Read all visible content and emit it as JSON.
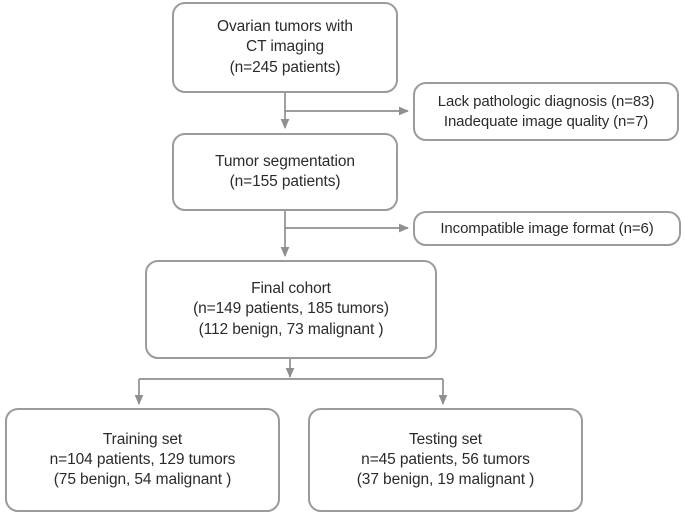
{
  "diagram": {
    "title": "Ovarian tumor CT imaging cohort selection flowchart",
    "type": "flowchart",
    "style": {
      "border_color": "#9b9b9b",
      "text_color": "#2b2b2b",
      "background_color": "#ffffff",
      "connector_color": "#8f8f8f"
    },
    "nodes": {
      "source_cohort": {
        "name": "ovarian-tumors-box",
        "lines": [
          "Ovarian tumors with",
          "CT imaging",
          "(n=245 patients)"
        ]
      },
      "exclusion_one": {
        "name": "exclusion-box-1",
        "lines": [
          "Lack pathologic diagnosis (n=83)",
          "Inadequate image quality (n=7)"
        ]
      },
      "segmentation": {
        "name": "tumor-segmentation-box",
        "lines": [
          "Tumor segmentation",
          "(n=155 patients)"
        ]
      },
      "exclusion_two": {
        "name": "exclusion-box-2",
        "lines": [
          "Incompatible image format (n=6)"
        ]
      },
      "final_cohort": {
        "name": "final-cohort-box",
        "lines": [
          "Final cohort",
          "(n=149 patients, 185 tumors)",
          "(112 benign, 73 malignant )"
        ]
      },
      "training_set": {
        "name": "training-set-box",
        "lines": [
          "Training set",
          "n=104 patients, 129 tumors",
          "(75 benign, 54 malignant )"
        ]
      },
      "testing_set": {
        "name": "testing-set-box",
        "lines": [
          "Testing set",
          "n=45 patients, 56 tumors",
          "(37 benign, 19 malignant )"
        ]
      }
    },
    "counts": {
      "screened_patients": 245,
      "excluded_lack_pathologic_diagnosis": 83,
      "excluded_inadequate_image_quality": 7,
      "segmented_patients": 155,
      "excluded_incompatible_image_format": 6,
      "final_patients": 149,
      "final_tumors": 185,
      "final_benign": 112,
      "final_malignant": 73,
      "training_patients": 104,
      "training_tumors": 129,
      "training_benign": 75,
      "training_malignant": 54,
      "testing_patients": 45,
      "testing_tumors": 56,
      "testing_benign": 37,
      "testing_malignant": 19
    }
  }
}
